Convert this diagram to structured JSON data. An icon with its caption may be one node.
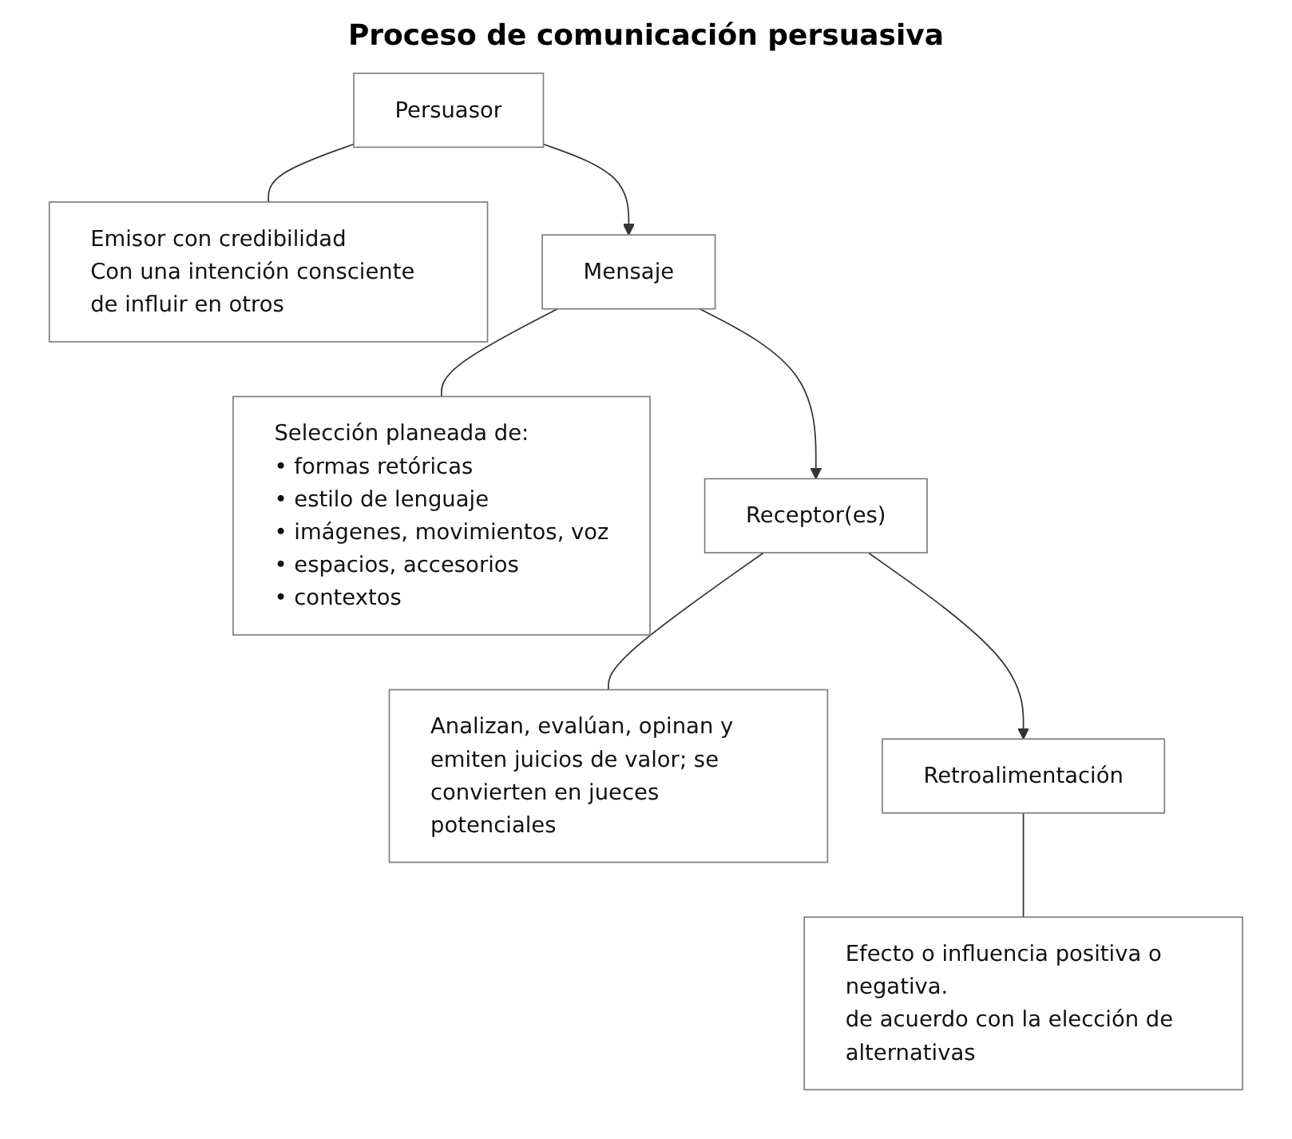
{
  "diagram": {
    "title": "Proceso de comunicación persuasiva",
    "nodes": [
      {
        "text": [
          "Persuasor"
        ]
      },
      {
        "text": [
          "Emisor con credibilidad",
          "Con una intención consciente de influir en otros"
        ]
      },
      {
        "text": [
          "Mensaje"
        ]
      },
      {
        "text": [
          "Selección planeada de:",
          "• formas retóricas",
          "• estilo de lenguaje",
          "• imágenes, movimientos, voz",
          "• espacios, accesorios",
          "• contextos"
        ]
      },
      {
        "text": [
          "Receptor(es)"
        ]
      },
      {
        "text": [
          "Analizan, evalúan, opinan y emiten juicios de valor; se convierten en jueces potenciales"
        ]
      },
      {
        "text": [
          "Retroalimentación"
        ]
      },
      {
        "text": [
          "Efecto o influencia positiva o negativa.",
          "de acuerdo con la elección de alternativas"
        ]
      }
    ],
    "edges": [
      {
        "from": 0,
        "to": 2,
        "arrow": "to"
      },
      {
        "from": 2,
        "to": 4,
        "arrow": "to"
      },
      {
        "from": 4,
        "to": 6,
        "arrow": "to"
      },
      {
        "from": 0,
        "to": 1,
        "arrow": "none"
      },
      {
        "from": 2,
        "to": 3,
        "arrow": "none"
      },
      {
        "from": 4,
        "to": 5,
        "arrow": "none"
      },
      {
        "from": 6,
        "to": 7,
        "arrow": "none"
      }
    ]
  }
}
